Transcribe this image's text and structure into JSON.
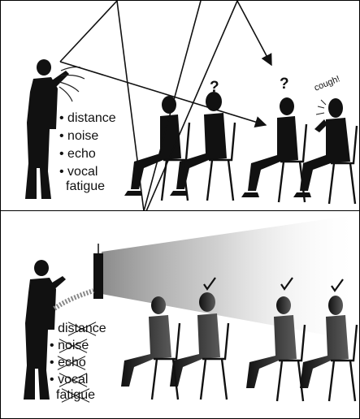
{
  "top_panel": {
    "list_items": [
      "distance",
      "noise",
      "echo",
      "vocal",
      "fatigue"
    ],
    "question_mark": "?",
    "cough_label": "cough!"
  },
  "bottom_panel": {
    "list_items": [
      "distance",
      "noise",
      "echo",
      "vocal",
      "fatigue"
    ],
    "bullet": "•"
  }
}
